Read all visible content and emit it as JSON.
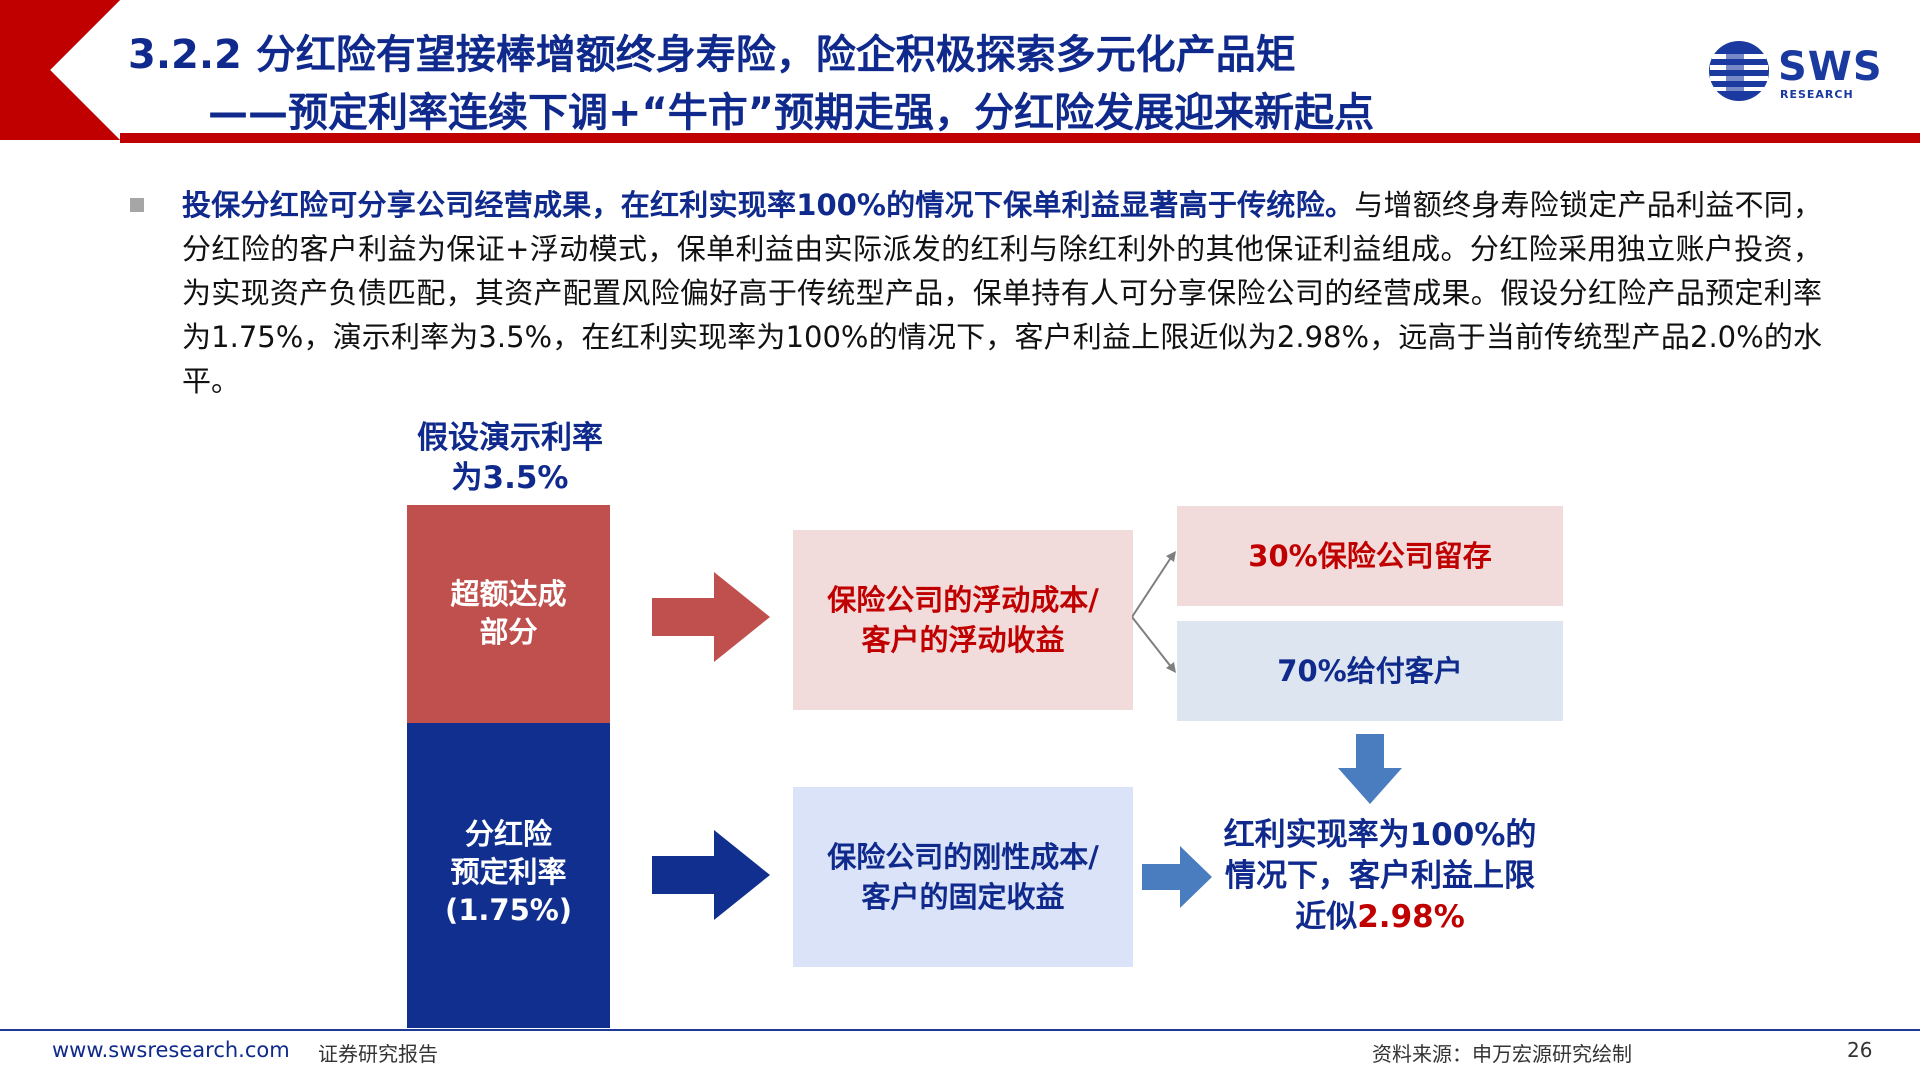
{
  "header": {
    "title_line1": "3.2.2 分红险有望接棒增额终身寿险，险企积极探索多元化产品矩",
    "title_line2": "——预定利率连续下调+“牛市”预期走强，分红险发展迎来新起点"
  },
  "logo": {
    "name": "SWS",
    "sub": "RESEARCH"
  },
  "body": {
    "lead": "投保分红险可分享公司经营成果，在红利实现率100%的情况下保单利益显著高于传统险。",
    "text": "与增额终身寿险锁定产品利益不同，分红险的客户利益为保证+浮动模式，保单利益由实际派发的红利与除红利外的其他保证利益组成。分红险采用独立账户投资，为实现资产负债匹配，其资产配置风险偏好高于传统型产品，保单持有人可分享保险公司的经营成果。假设分红险产品预定利率为1.75%，演示利率为3.5%，在红利实现率为100%的情况下，客户利益上限近似为2.98%，远高于当前传统型产品2.0%的水平。"
  },
  "diagram": {
    "demo_rate_line1": "假设演示利率",
    "demo_rate_line2": "为3.5%",
    "excess_line1": "超额达成",
    "excess_line2": "部分",
    "dividend_line1": "分红险",
    "dividend_line2": "预定利率",
    "dividend_line3": "(1.75%)",
    "floating_line1": "保险公司的浮动成本/",
    "floating_line2": "客户的浮动收益",
    "retained": "30%保险公司留存",
    "to_customer": "70%给付客户",
    "rigid_line1": "保险公司的刚性成本/",
    "rigid_line2": "客户的固定收益",
    "result_line1": "红利实现率为100%的",
    "result_line2": "情况下，客户利益上限",
    "result_line3_prefix": "近似",
    "result_line3_value": "2.98%"
  },
  "footer": {
    "url": "www.swsresearch.com",
    "doc_type": "证券研究报告",
    "source": "资料来源：申万宏源研究绘制",
    "page": "26"
  },
  "colors": {
    "brand_blue": "#0f2a8c",
    "accent_red": "#c00000",
    "bar_red": "#c0504d",
    "bar_blue": "#102f8e"
  }
}
